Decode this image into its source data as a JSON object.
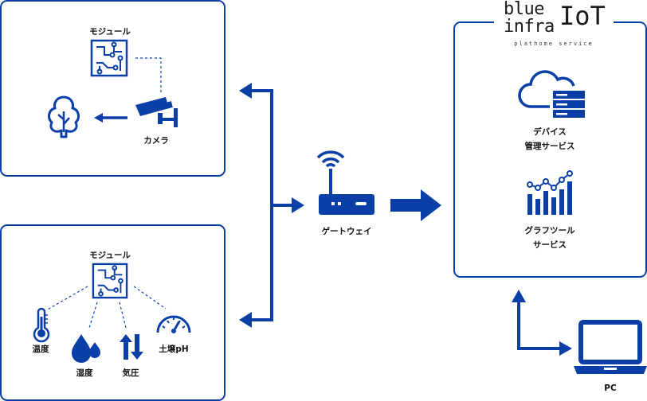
{
  "colors": {
    "primary": "#0a3fa8",
    "text": "#111111"
  },
  "top_panel": {
    "module_label": "モジュール",
    "camera_label": "カメラ"
  },
  "bottom_panel": {
    "module_label": "モジュール",
    "sensors": [
      {
        "label": "温度",
        "icon": "thermometer-icon"
      },
      {
        "label": "湿度",
        "icon": "water-drops-icon"
      },
      {
        "label": "気圧",
        "icon": "pressure-arrows-icon"
      },
      {
        "label": "土壌pH",
        "icon": "gauge-icon"
      }
    ]
  },
  "gateway": {
    "label": "ゲートウェイ"
  },
  "cloud_panel": {
    "logo": {
      "line1": "blue",
      "line2": "infra",
      "mark": "IoT",
      "tagline": "plathome service"
    },
    "device_service_label": [
      "デバイス",
      "管理サービス"
    ],
    "graph_service_label": [
      "グラフツール",
      "サービス"
    ]
  },
  "pc": {
    "label": "PC"
  }
}
